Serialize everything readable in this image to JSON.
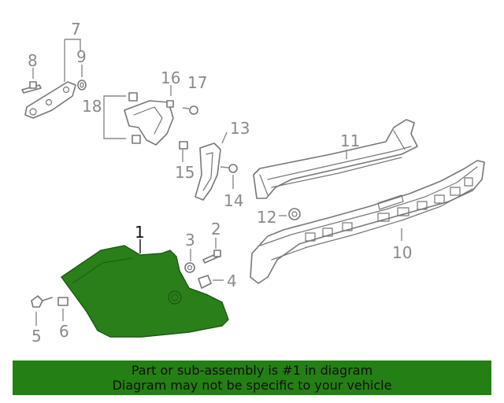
{
  "diagram": {
    "highlight_color": "#2a7f1a",
    "callouts": [
      {
        "id": "1",
        "text": "1"
      },
      {
        "id": "2",
        "text": "2"
      },
      {
        "id": "3",
        "text": "3"
      },
      {
        "id": "4",
        "text": "4"
      },
      {
        "id": "5",
        "text": "5"
      },
      {
        "id": "6",
        "text": "6"
      },
      {
        "id": "7",
        "text": "7"
      },
      {
        "id": "8",
        "text": "8"
      },
      {
        "id": "9",
        "text": "9"
      },
      {
        "id": "10",
        "text": "10"
      },
      {
        "id": "11",
        "text": "11"
      },
      {
        "id": "12",
        "text": "12"
      },
      {
        "id": "13",
        "text": "13"
      },
      {
        "id": "14",
        "text": "14"
      },
      {
        "id": "15",
        "text": "15"
      },
      {
        "id": "16",
        "text": "16"
      },
      {
        "id": "17",
        "text": "17"
      },
      {
        "id": "18",
        "text": "18"
      }
    ]
  },
  "banner": {
    "background_color": "#247f14",
    "line1": "Part or sub-assembly is #1 in diagram",
    "line2": "Diagram may not be specific to your vehicle"
  }
}
